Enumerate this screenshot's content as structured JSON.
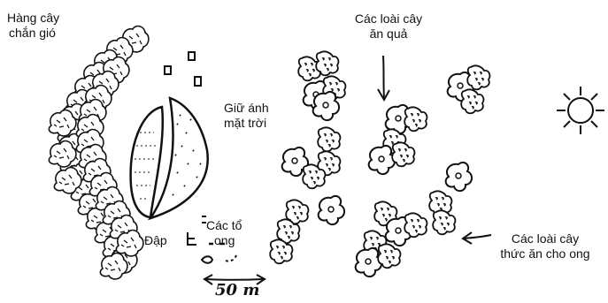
{
  "labels": {
    "windbreak_line1": "Hàng cây",
    "windbreak_line2": "chắn gió",
    "fruit_trees_line1": "Các loài cây",
    "fruit_trees_line2": "ăn quả",
    "sunlight_line1": "Giữ ánh",
    "sunlight_line2": "mặt trời",
    "dam": "Đập",
    "beehives_line1": "Các tổ",
    "beehives_line2": "ong",
    "bee_plants_line1": "Các loài cây",
    "bee_plants_line2": "thức ăn cho ong",
    "scale": "50 m"
  },
  "icons": [
    "tree-icon",
    "sun-icon",
    "beehive-icon",
    "arrow-icon",
    "dam-icon"
  ],
  "colors": {
    "ink": "#111111",
    "paper": "#ffffff"
  }
}
